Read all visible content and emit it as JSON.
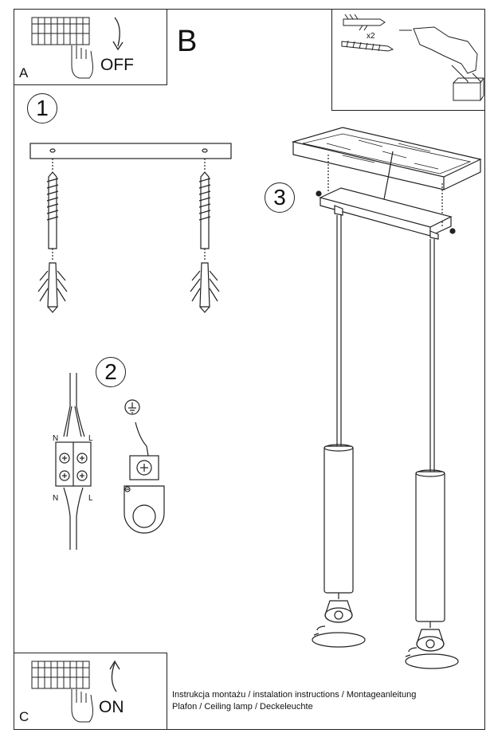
{
  "panels": {
    "a": {
      "letter": "A",
      "action": "OFF"
    },
    "b": {
      "letter": "B",
      "quantity": "x2"
    },
    "c": {
      "letter": "C",
      "action": "ON"
    }
  },
  "steps": {
    "one": "1",
    "two": "2",
    "three": "3"
  },
  "wiring": {
    "n_top": "N",
    "l_top": "L",
    "n_bottom": "N",
    "l_bottom": "L"
  },
  "captions": {
    "line1": "Instrukcja montażu / instalation instructions / Montageanleitung",
    "line2": "Plafon / Ceiling lamp / Deckeleuchte"
  }
}
